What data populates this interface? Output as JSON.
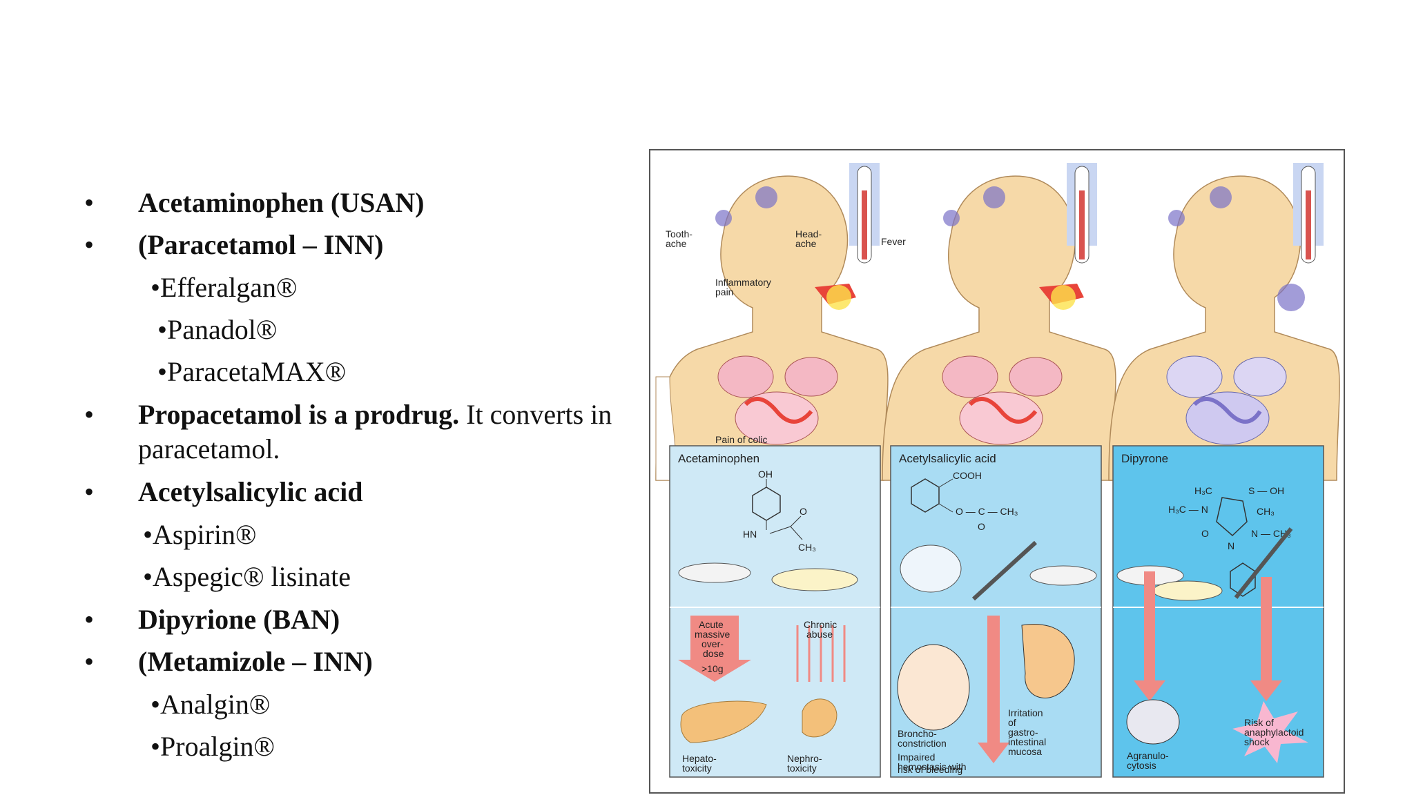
{
  "slide": {
    "items": [
      {
        "bullet": "•",
        "text": "Acetaminophen (USAN)"
      },
      {
        "bullet": "•",
        "text": "(Paracetamol – INN)"
      },
      {
        "sub": "•Efferalgan®"
      },
      {
        "sub": "•Panadol®"
      },
      {
        "sub": "•ParacetaMAX®"
      },
      {
        "bullet": "•",
        "bold": "Propacetamol is a prodrug.",
        "normal": " It converts in",
        "line2": "paracetamol."
      },
      {
        "bullet": "•",
        "text": "Acetylsalicylic acid"
      },
      {
        "sub": "•Aspirin®"
      },
      {
        "sub": "•Aspegic® lisinate"
      },
      {
        "bullet": "•",
        "text": "Dipyrione (BAN)"
      },
      {
        "bullet": "•",
        "text": "(Metamizole – INN)"
      },
      {
        "sub": "•Analgin®"
      },
      {
        "sub": "•Proalgin®"
      }
    ]
  },
  "figure": {
    "panel_titles": [
      "Acetaminophen",
      "Acetylsalicylic acid",
      "Dipyrone"
    ],
    "body_labels": {
      "toothache_1": "Tooth-",
      "toothache_2": "ache",
      "headache_1": "Head-",
      "headache_2": "ache",
      "fever": "Fever",
      "inflammatory_1": "Inflammatory",
      "inflammatory_2": "pain",
      "colic": "Pain of colic"
    },
    "chem": {
      "oh": "OH",
      "hn": "HN",
      "o": "O",
      "ch3": "CH₃",
      "cooh": "COOH",
      "ester": "O — C — CH₃",
      "ester_o": "O",
      "h3c_top": "H₃C",
      "so3h": "S — OH",
      "h3c_left": "H₃C — N",
      "ch3_r": "CH₃",
      "n_ch3": "N — CH₃",
      "o_eq": "O",
      "n": "N"
    },
    "effect_labels": {
      "acute_1": "Acute",
      "acute_2": "massive",
      "acute_3": "over-",
      "acute_4": "dose",
      "acute_5": ">10g",
      "chronic_1": "Chronic",
      "chronic_2": "abuse",
      "hepato_1": "Hepato-",
      "hepato_2": "toxicity",
      "nephro_1": "Nephro-",
      "nephro_2": "toxicity",
      "broncho_1": "Broncho-",
      "broncho_2": "constriction",
      "irritation_1": "Irritation",
      "irritation_2": "of",
      "irritation_3": "gastro-",
      "irritation_4": "intestinal",
      "irritation_5": "mucosa",
      "hemostasis_1": "Impaired",
      "hemostasis_2": "hemostasis with",
      "hemostasis_3": "risk of bleeding",
      "agran_1": "Agranulo-",
      "agran_2": "cytosis",
      "shock_1": "Risk of",
      "shock_2": "anaphylactoid",
      "shock_3": "shock"
    },
    "colors": {
      "skin": "#f6d9a8",
      "panel_blue_light": "#cfe9f6",
      "panel_blue_mid": "#a9dcf3",
      "panel_blue_dark": "#5ec4ec",
      "arrow_red": "#f08a84",
      "pain_red": "#e8443a",
      "pain_yellow": "#fde24c",
      "pain_purple": "#7b72c8",
      "liver": "#f3c07a"
    }
  }
}
